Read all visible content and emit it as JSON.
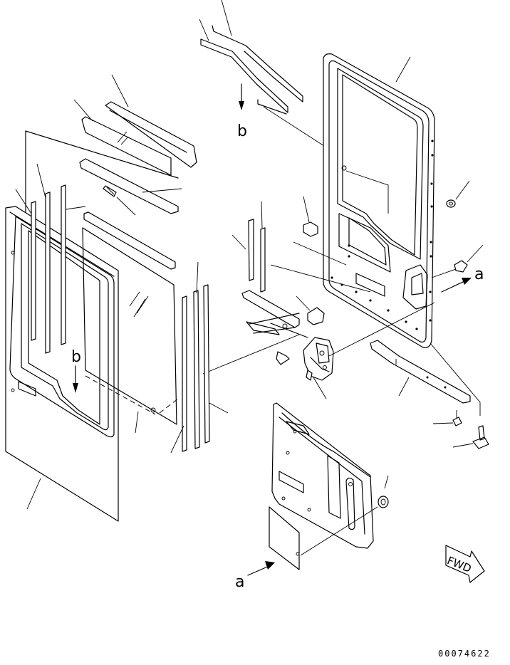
{
  "diagram": {
    "refs": {
      "a": "a",
      "b": "b"
    },
    "fwd_label": "FWD",
    "drawing_code": "00074622"
  }
}
